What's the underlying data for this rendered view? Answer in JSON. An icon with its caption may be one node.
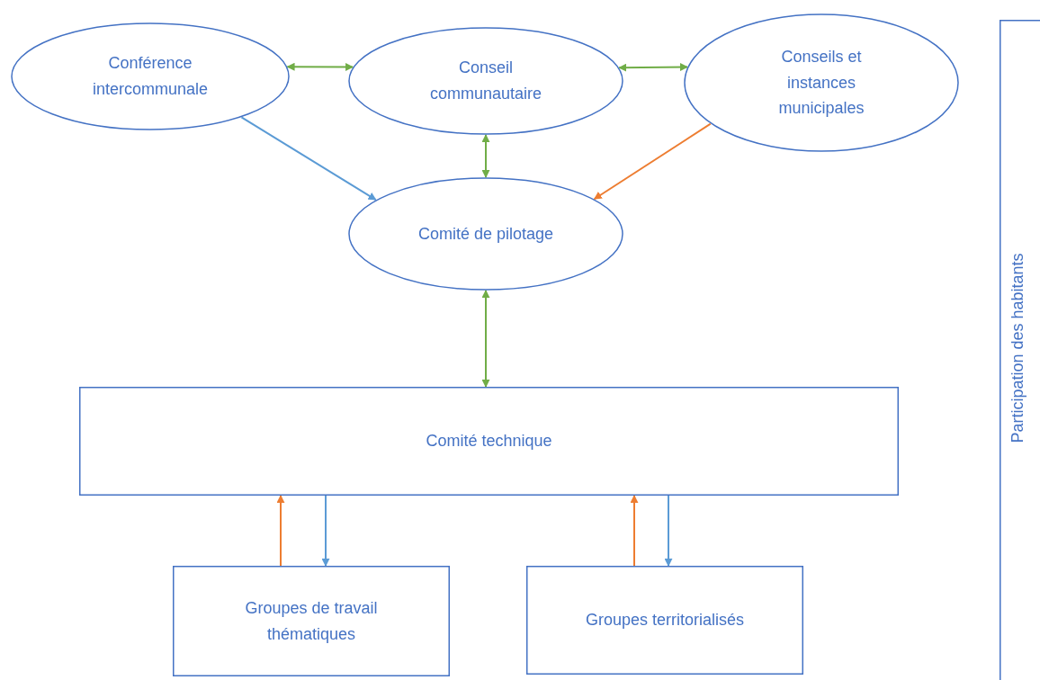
{
  "diagram": {
    "nodes": [
      {
        "text": [
          "Conférence intercommunale"
        ]
      },
      {
        "text": [
          "Conseil communautaire"
        ]
      },
      {
        "text": [
          "Conseils et instances municipales"
        ]
      },
      {
        "text": [
          "Comité de pilotage"
        ]
      },
      {
        "text": [
          "Comité technique"
        ]
      },
      {
        "text": [
          "Groupes de travail thématiques"
        ]
      },
      {
        "text": [
          "Groupes territorialisés"
        ]
      },
      {
        "text": [
          "Participation des habitants"
        ]
      }
    ],
    "edges": [
      {
        "from": 0,
        "to": 1,
        "arrow": "both",
        "color": "#70ad47"
      },
      {
        "from": 1,
        "to": 2,
        "arrow": "both",
        "color": "#70ad47"
      },
      {
        "from": 0,
        "to": 3,
        "arrow": "to",
        "color": "#5b9bd5"
      },
      {
        "from": 2,
        "to": 3,
        "arrow": "to",
        "color": "#ed7d31"
      },
      {
        "from": 1,
        "to": 3,
        "arrow": "both",
        "color": "#70ad47"
      },
      {
        "from": 3,
        "to": 4,
        "arrow": "both",
        "color": "#70ad47"
      },
      {
        "from": 5,
        "to": 4,
        "arrow": "to",
        "color": "#ed7d31"
      },
      {
        "from": 4,
        "to": 5,
        "arrow": "to",
        "color": "#5b9bd5"
      },
      {
        "from": 6,
        "to": 4,
        "arrow": "to",
        "color": "#ed7d31"
      },
      {
        "from": 4,
        "to": 6,
        "arrow": "to",
        "color": "#5b9bd5"
      }
    ]
  }
}
